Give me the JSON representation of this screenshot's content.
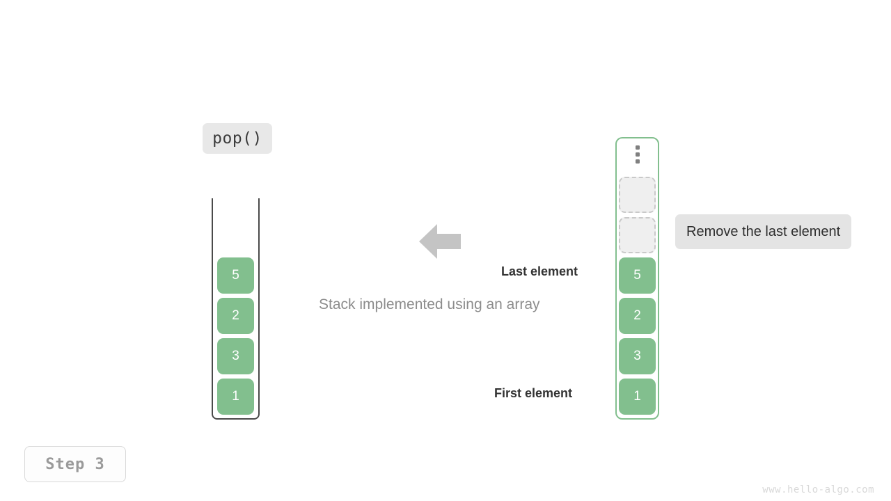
{
  "operation": {
    "label": "pop()"
  },
  "stack": {
    "title": "Stack implemented using an array",
    "items": [
      {
        "value": "5"
      },
      {
        "value": "2"
      },
      {
        "value": "3"
      },
      {
        "value": "1"
      }
    ]
  },
  "array": {
    "ellipsis_icon": "vertical-ellipsis-icon",
    "empty_slots": 2,
    "items": [
      {
        "value": "5"
      },
      {
        "value": "2"
      },
      {
        "value": "3"
      },
      {
        "value": "1"
      }
    ]
  },
  "annotations": {
    "last_element": "Last element",
    "first_element": "First element",
    "tooltip": "Remove the last element"
  },
  "arrow": {
    "direction": "left",
    "icon": "arrow-left-icon"
  },
  "footer": {
    "step": "Step 3",
    "watermark": "www.hello-algo.com"
  },
  "colors": {
    "accent_green": "#82bf8e",
    "label_bg": "#e8e8e8",
    "tooltip_bg": "#e4e4e4",
    "empty_slot_bg": "#efefef",
    "empty_slot_border": "#c9c9c9",
    "arrow_gray": "#c4c4c4",
    "caption_gray": "#8c8c8c",
    "step_text": "#9a9a9a",
    "watermark": "#d9d9d9"
  }
}
